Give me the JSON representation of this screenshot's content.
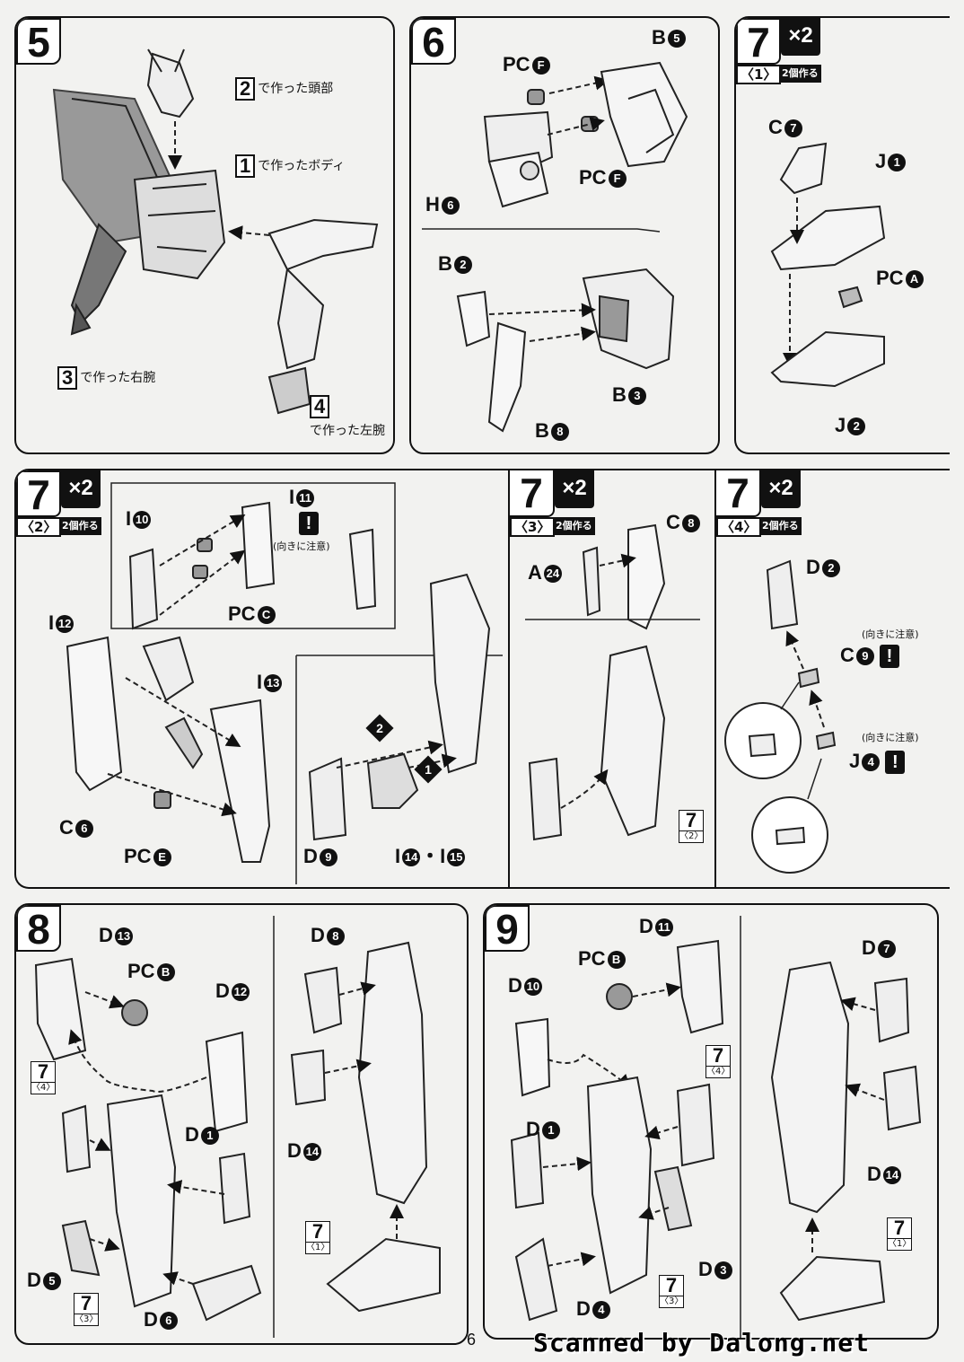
{
  "page_number": "6",
  "scan_credit": "Scanned by Dalong.net",
  "multiplier": "×2",
  "make_two": "2個作る",
  "step5": {
    "number": "5",
    "ref2_num": "2",
    "ref2_text": "で作った頭部",
    "ref1_num": "1",
    "ref1_text": "で作ったボディ",
    "ref3_num": "3",
    "ref3_text": "で作った右腕",
    "ref4_num": "4",
    "ref4_text": "で作った左腕"
  },
  "step6": {
    "number": "6",
    "labels": {
      "b5": "B",
      "pcf1": "PC",
      "pcf2": "PC",
      "h6": "H",
      "b2": "B",
      "b3": "B",
      "b8": "B"
    },
    "circles": {
      "b5": "5",
      "pcf1": "F",
      "pcf2": "F",
      "h6": "6",
      "b2": "2",
      "b3": "3",
      "b8": "8"
    }
  },
  "step7_1": {
    "number": "7",
    "sub": "〈1〉",
    "labels": {
      "c7": "C",
      "j1": "J",
      "pca": "PC",
      "j2": "J"
    },
    "circles": {
      "c7": "7",
      "j1": "1",
      "pca": "A",
      "j2": "2"
    }
  },
  "step7_2": {
    "number": "7",
    "sub": "〈2〉",
    "labels": {
      "i10": "I",
      "i11": "I",
      "pcc": "PC",
      "i12": "I",
      "i13": "I",
      "c6": "C",
      "pce": "PC",
      "d9": "D",
      "i14": "I",
      "i15": "I",
      "sep": "・"
    },
    "circles": {
      "i10": "10",
      "i11": "11",
      "pcc": "C",
      "i12": "12",
      "i13": "13",
      "c6": "6",
      "pce": "E",
      "d9": "9",
      "i14": "14",
      "i15": "15"
    },
    "caution": "(向きに注意)",
    "warn": "!",
    "order1": "1",
    "order2": "2"
  },
  "step7_3": {
    "number": "7",
    "sub": "〈3〉",
    "labels": {
      "a24": "A",
      "c8": "C"
    },
    "circles": {
      "a24": "24",
      "c8": "8"
    },
    "ref_num": "7",
    "ref_sub": "〈2〉"
  },
  "step7_4": {
    "number": "7",
    "sub": "〈4〉",
    "labels": {
      "d2": "D",
      "c9": "C",
      "j4": "J"
    },
    "circles": {
      "d2": "2",
      "c9": "9",
      "j4": "4"
    },
    "caution": "(向きに注意)",
    "warn": "!"
  },
  "step8": {
    "number": "8",
    "labels": {
      "d13": "D",
      "pcb": "PC",
      "d12": "D",
      "d1": "D",
      "d5": "D",
      "d6": "D",
      "d8": "D",
      "d14": "D"
    },
    "circles": {
      "d13": "13",
      "pcb": "B",
      "d12": "12",
      "d1": "1",
      "d5": "5",
      "d6": "6",
      "d8": "8",
      "d14": "14"
    },
    "ref_a": "7",
    "ref_a_sub": "〈4〉",
    "ref_b": "7",
    "ref_b_sub": "〈3〉",
    "ref_c": "7",
    "ref_c_sub": "〈1〉"
  },
  "step9": {
    "number": "9",
    "labels": {
      "d11": "D",
      "pcb": "PC",
      "d10": "D",
      "d1": "D",
      "d3": "D",
      "d4": "D",
      "d7": "D",
      "d14": "D"
    },
    "circles": {
      "d11": "11",
      "pcb": "B",
      "d10": "10",
      "d1": "1",
      "d3": "3",
      "d4": "4",
      "d7": "7",
      "d14": "14"
    },
    "ref_a": "7",
    "ref_a_sub": "〈4〉",
    "ref_b": "7",
    "ref_b_sub": "〈3〉",
    "ref_c": "7",
    "ref_c_sub": "〈1〉"
  }
}
